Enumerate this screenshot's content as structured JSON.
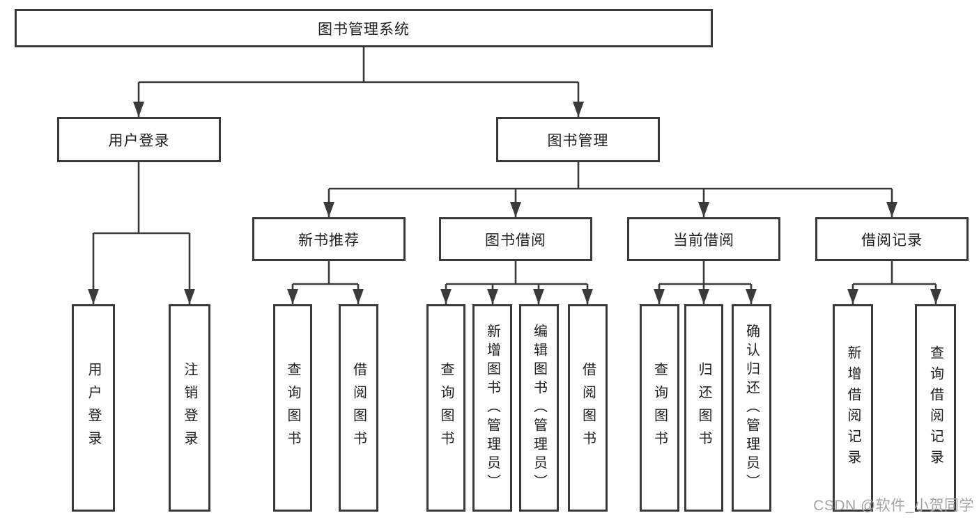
{
  "diagram": {
    "title": "图书管理系统",
    "level2": [
      {
        "label": "用户登录"
      },
      {
        "label": "图书管理"
      }
    ],
    "level3": [
      {
        "label": "新书推荐"
      },
      {
        "label": "图书借阅"
      },
      {
        "label": "当前借阅"
      },
      {
        "label": "借阅记录"
      }
    ],
    "leaves_user_login": [
      "用户登录",
      "注销登录"
    ],
    "leaves_new_book": [
      "查询图书",
      "借阅图书"
    ],
    "leaves_book_borrow": [
      "查询图书",
      "新增图书（管理员）",
      "编辑图书（管理员）",
      "借阅图书"
    ],
    "leaves_current_borrow": [
      "查询图书",
      "归还图书",
      "确认归还（管理员）"
    ],
    "leaves_borrow_records": [
      "新增借阅记录",
      "查询借阅记录"
    ]
  },
  "watermark": {
    "text": "CSDN @软件_小贺同学"
  },
  "colors": {
    "line": "#3a3a3a",
    "text": "#1e1e1e",
    "watermark": "#a3a3a3",
    "background": "#ffffff"
  }
}
